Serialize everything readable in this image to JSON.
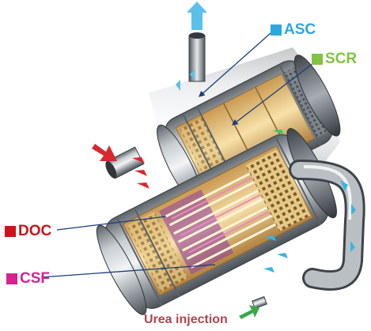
{
  "labels": {
    "asc": "ASC",
    "scr": "SCR",
    "doc": "DOC",
    "csf": "CSF",
    "urea": "Urea injection"
  },
  "colors": {
    "asc": "#2aa7dc",
    "scr": "#82c341",
    "doc": "#c9151b",
    "csf": "#d4238f",
    "urea": "#b0444f",
    "flow_in": "#d8292f",
    "flow_out": "#5bc0ea",
    "urea_arrow": "#3aa84a"
  }
}
